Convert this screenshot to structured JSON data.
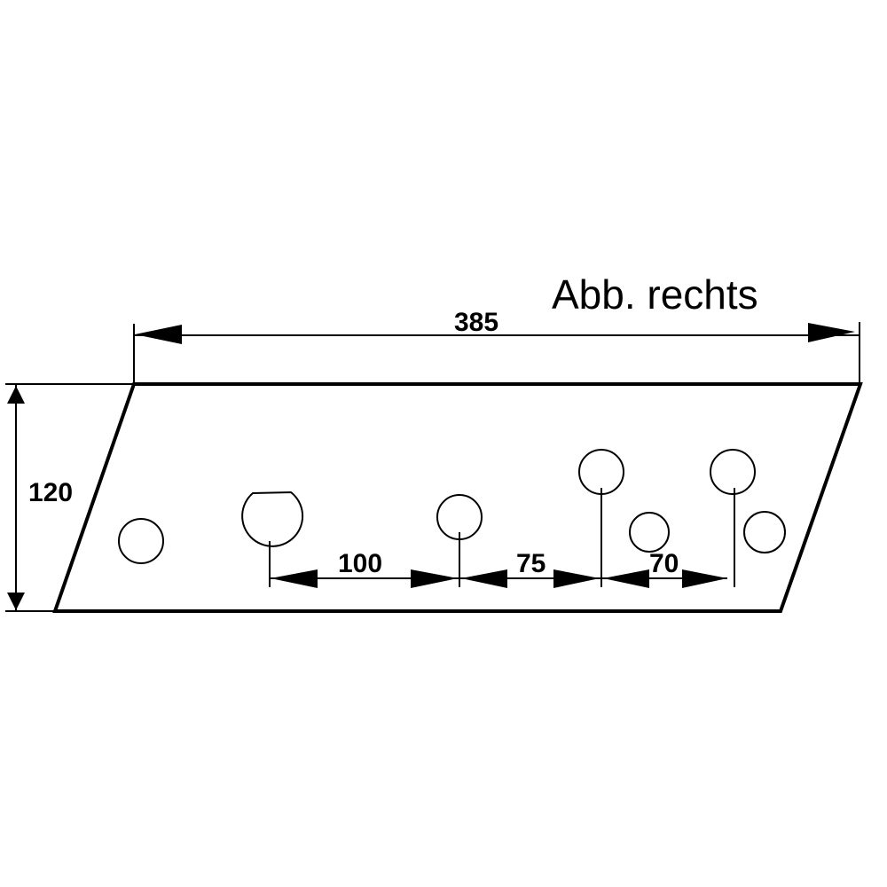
{
  "caption": "Abb. rechts",
  "dimensions": {
    "overall_length": "385",
    "height": "120",
    "hole_spacing_1": "100",
    "hole_spacing_2": "75",
    "hole_spacing_3": "70"
  },
  "colors": {
    "line": "#000000",
    "background": "#ffffff"
  }
}
